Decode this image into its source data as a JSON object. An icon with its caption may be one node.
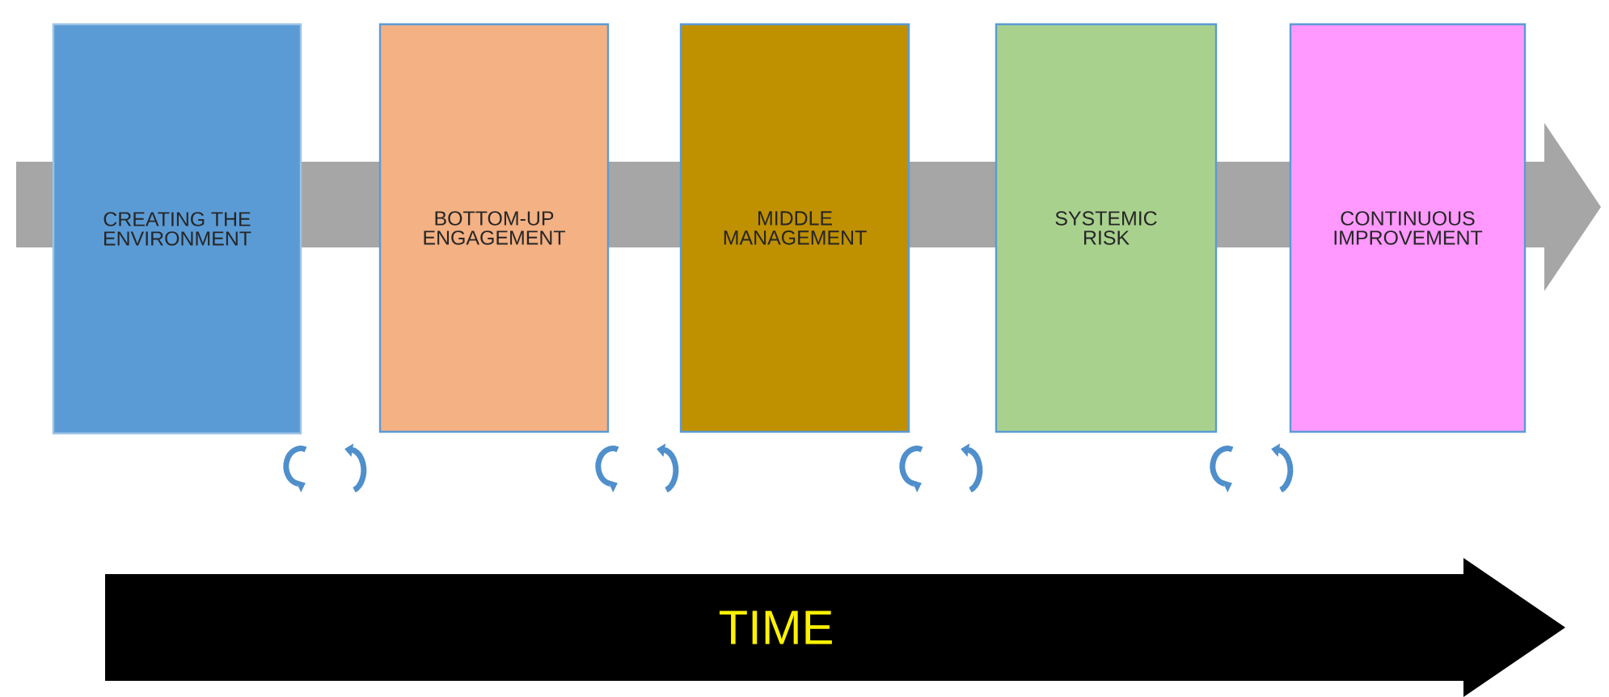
{
  "diagram": {
    "nodes": [
      {
        "text": [
          "CREATING THE ENVIRONMENT"
        ]
      },
      {
        "text": [
          "BOTTOM-UP ENGAGEMENT"
        ]
      },
      {
        "text": [
          "MIDDLE MANAGEMENT"
        ]
      },
      {
        "text": [
          "SYSTEMIC RISK"
        ]
      },
      {
        "text": [
          "CONTINUOUS IMPROVEMENT"
        ]
      },
      {
        "text": [
          "TIME"
        ]
      }
    ]
  }
}
